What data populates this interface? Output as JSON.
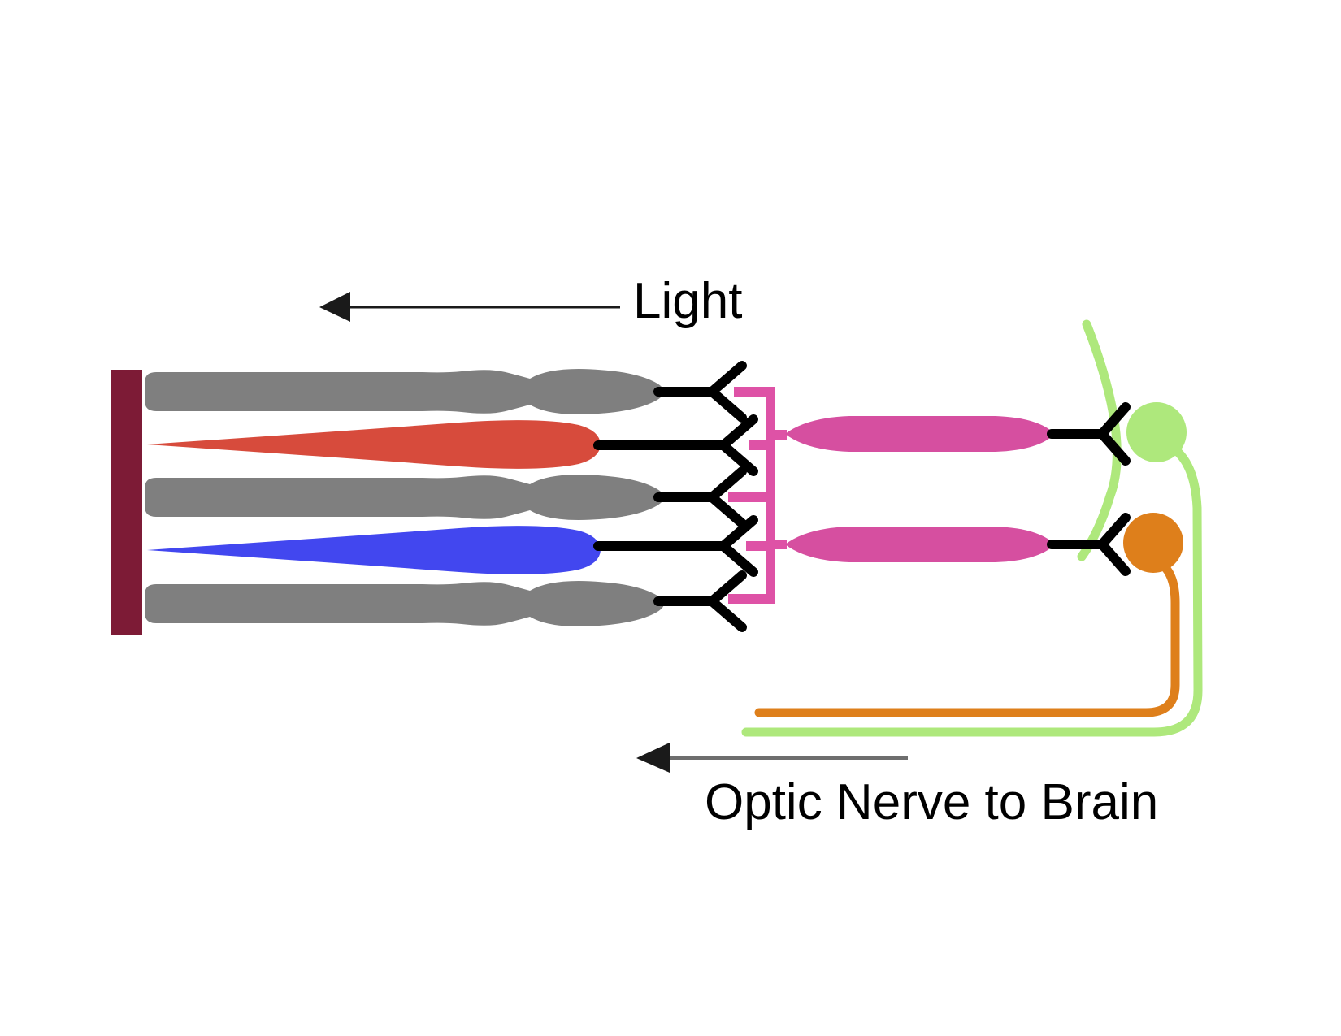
{
  "figure": {
    "kind": "retina-neural-pathway-diagram",
    "background": "#ffffff"
  },
  "labels": {
    "light": "Light",
    "optic_nerve": "Optic Nerve to Brain"
  },
  "colors": {
    "background": "#ffffff",
    "pigment_epithelium": "#7d1b36",
    "rod": "#7f7f7f",
    "cone_red": "#d74b3c",
    "cone_blue": "#4247ef",
    "horizontal_network": "#de52a6",
    "bipolar": "#d64fa0",
    "ganglion_green": "#aee87c",
    "ganglion_orange": "#de7f1b",
    "neuron": "#000000",
    "arrow_black": "#1a1a1a",
    "arrow_gray": "#6e6e6e",
    "text": "#000000"
  },
  "structure": {
    "photoreceptor_rows": [
      {
        "type": "rod",
        "color_key": "rod"
      },
      {
        "type": "cone",
        "color_key": "cone_red"
      },
      {
        "type": "rod",
        "color_key": "rod"
      },
      {
        "type": "cone",
        "color_key": "cone_blue"
      },
      {
        "type": "rod",
        "color_key": "rod"
      }
    ],
    "bipolar_cell_count": 2,
    "ganglion_cells": [
      {
        "color_key": "ganglion_green"
      },
      {
        "color_key": "ganglion_orange"
      }
    ]
  }
}
